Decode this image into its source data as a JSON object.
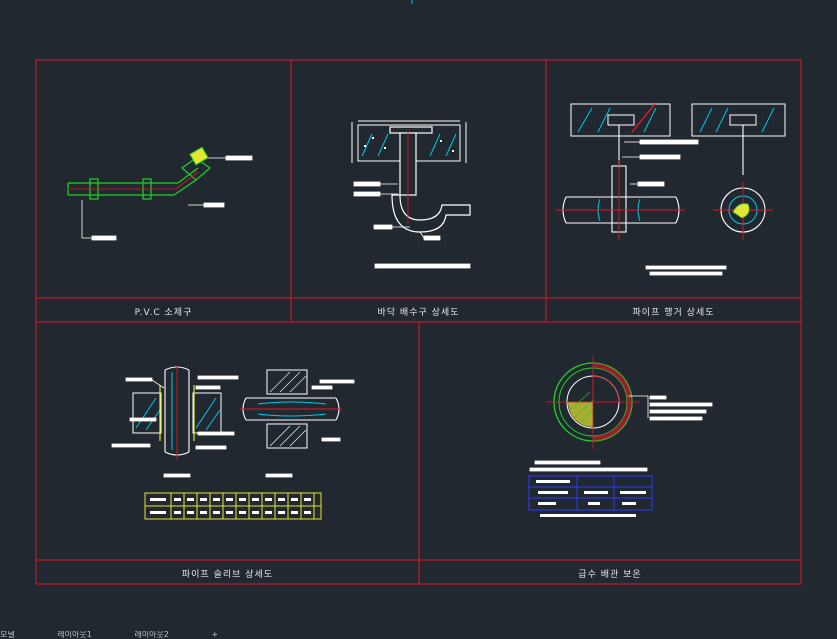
{
  "drawing": {
    "panels": [
      {
        "id": "pvc",
        "caption": "P.V.C 소제구"
      },
      {
        "id": "floor-drain",
        "caption": "바닥 배수구 상세도"
      },
      {
        "id": "pipe-hanger",
        "caption": "파이프 행거 상세도"
      },
      {
        "id": "pipe-sleeve",
        "caption": "파이프 슬리브 상세도"
      },
      {
        "id": "insulation",
        "caption": "급수 배관 보온"
      }
    ],
    "status_items": [
      "모델",
      "레이아웃1",
      "레이아웃2",
      "+"
    ],
    "colors": {
      "background": "#212830",
      "frame": "#e0182a",
      "pipe": "#22d028",
      "leader": "#ffffff",
      "hatch": "#00c8e6",
      "table_border_yellow": "#e6e632",
      "table_border_blue": "#2a3cff"
    }
  }
}
